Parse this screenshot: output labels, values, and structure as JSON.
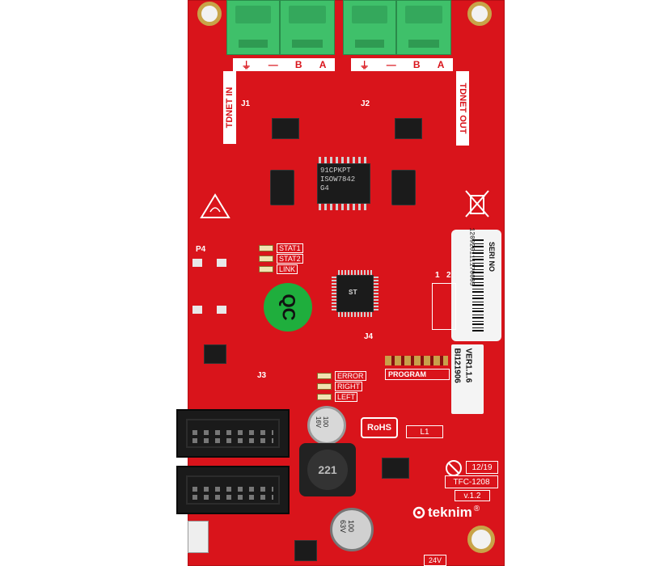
{
  "board": {
    "connectors": {
      "in_label": "TDNET IN",
      "out_label": "TDNET OUT",
      "in_pins": [
        "⏚",
        "—",
        "B",
        "A"
      ],
      "out_pins": [
        "⏚",
        "—",
        "B",
        "A"
      ],
      "j1": "J1",
      "j2": "J2"
    },
    "status_leds": [
      "STAT1",
      "STAT2",
      "LINK"
    ],
    "ports": {
      "p4": "P4",
      "j3": "J3",
      "j4": "J4",
      "l1": "L1"
    },
    "programming": {
      "leds": [
        "ERROR",
        "RIGHT",
        "LEFT"
      ],
      "program": "PROGRAM"
    },
    "chips": {
      "main_ic": "91CPKPT\nISOW7842\nG4",
      "mcu": "ST"
    },
    "qc_sticker": "QC",
    "serial_label": {
      "title": "SERI NO",
      "number": "120920111170005",
      "pad_1": "1",
      "pad_2": "2"
    },
    "version_label": {
      "version": "VER1.1.6",
      "code": "BI121906"
    },
    "rohs": "RoHS",
    "product": {
      "date": "12/19",
      "model": "TFC-1208",
      "revision": "v.1.2"
    },
    "brand": "teknim",
    "brand_mark": "®",
    "inductor": "221",
    "capacitors": {
      "c1": "100\n16V",
      "c2": "100\n63V"
    },
    "power": "24V"
  }
}
